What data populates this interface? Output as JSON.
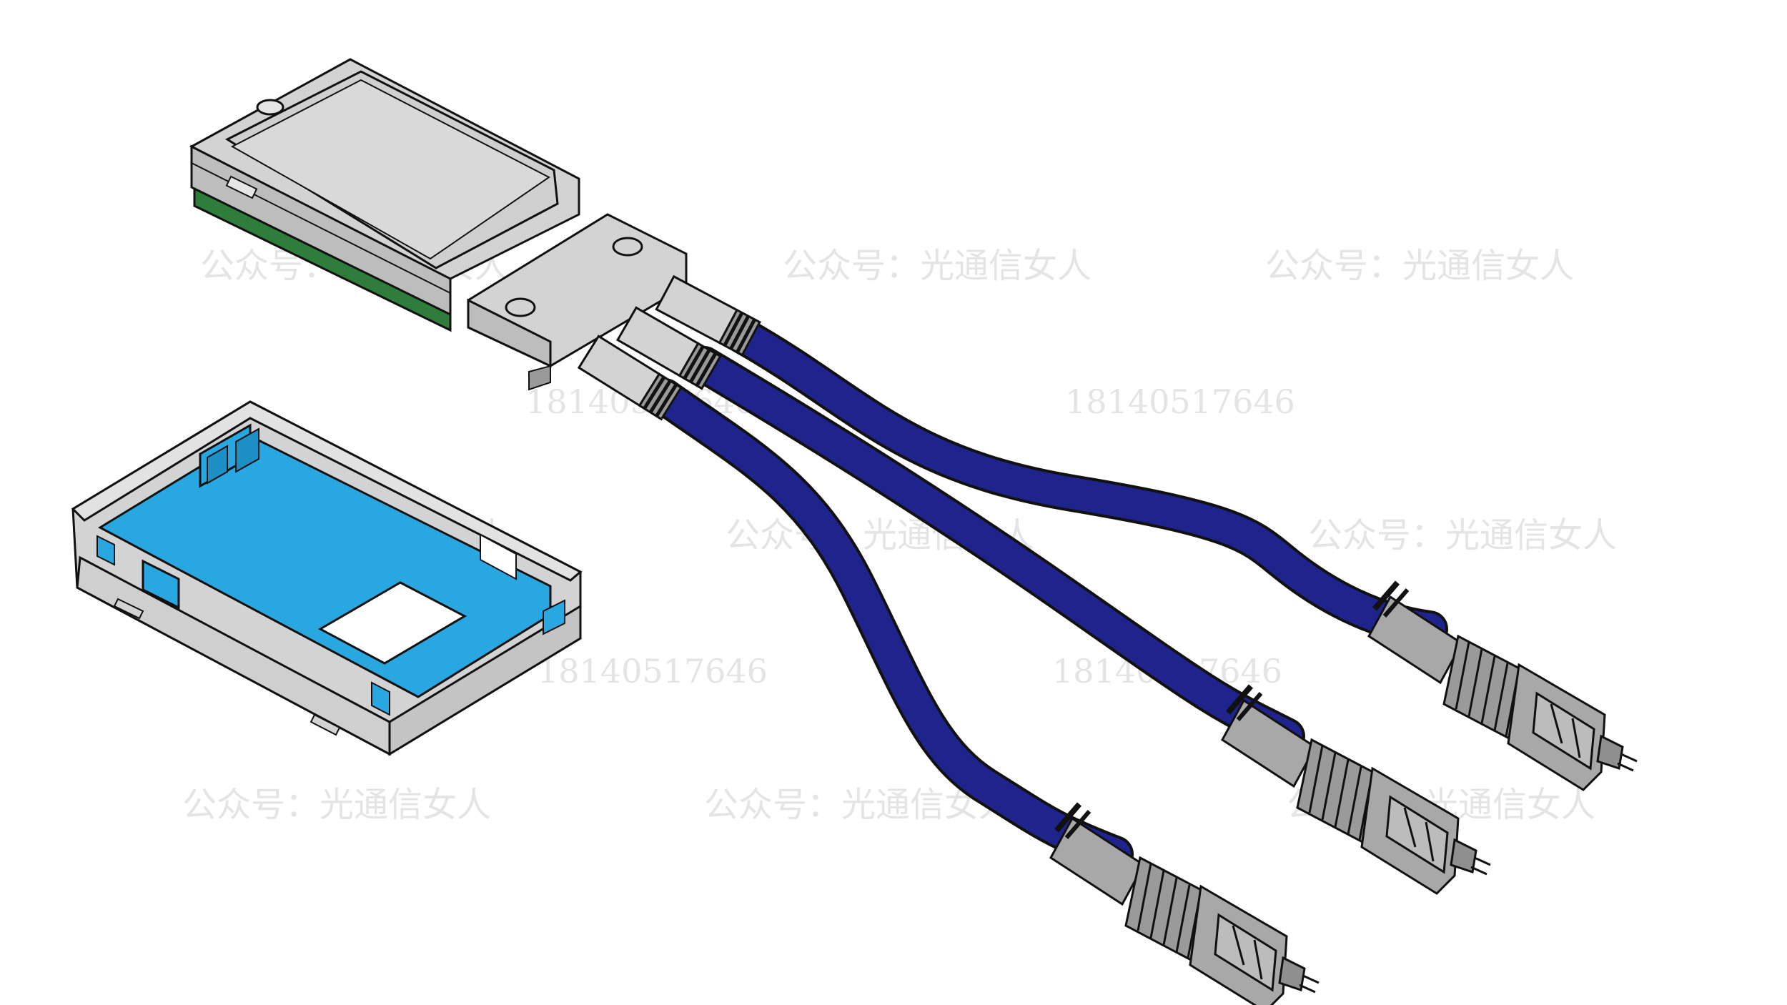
{
  "watermarks": {
    "wechat": "公众号：光通信女人",
    "phone": "18140517646"
  },
  "colors": {
    "background": "#ffffff",
    "module_body": "#d3d3d3",
    "pcb": "#2e7d3a",
    "cage_inner": "#29a7e1",
    "cable": "#1f238c",
    "connector": "#a8a8a8",
    "watermark": "#e4e4e4"
  },
  "parts": [
    {
      "name": "optical-module",
      "icon": "transceiver-module"
    },
    {
      "name": "module-cage",
      "icon": "cage-housing"
    },
    {
      "name": "fiber-cable-1",
      "icon": "fiber-cable"
    },
    {
      "name": "fiber-cable-2",
      "icon": "fiber-cable"
    },
    {
      "name": "fiber-cable-3",
      "icon": "fiber-cable"
    },
    {
      "name": "mpo-connector-1",
      "icon": "mpo-connector"
    },
    {
      "name": "mpo-connector-2",
      "icon": "mpo-connector"
    },
    {
      "name": "mpo-connector-3",
      "icon": "mpo-connector"
    }
  ]
}
